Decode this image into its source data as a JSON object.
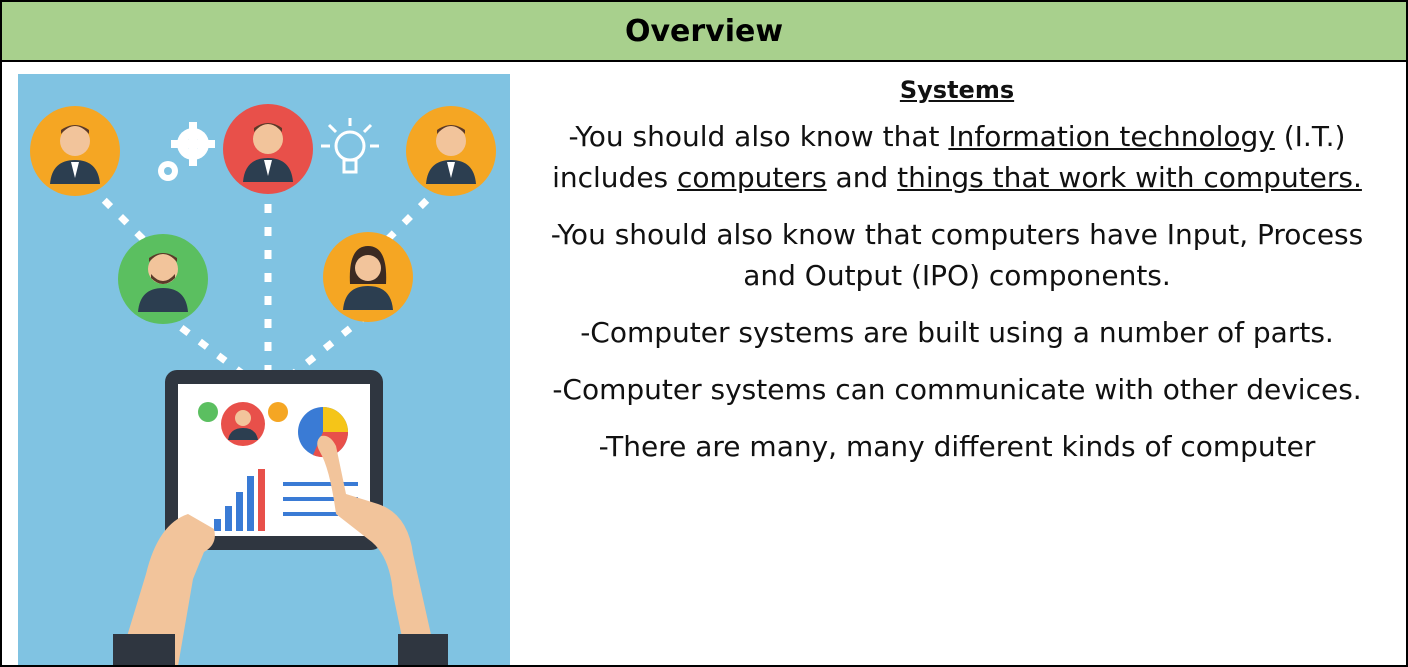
{
  "header": {
    "title": "Overview"
  },
  "section": {
    "title": "Systems",
    "p1": {
      "a": "-You should also know that ",
      "b": "Information technology",
      "c": " (I.T.) includes ",
      "d": "computers",
      "e": " and ",
      "f": "things that work with computers."
    },
    "p2": "-You should also know that computers have Input, Process and Output (IPO) components.",
    "p3": "-Computer systems are built using a number of parts.",
    "p4": "-Computer systems can communicate with other devices.",
    "p5": "-There are many, many different kinds of computer"
  },
  "illustration": {
    "icons": [
      "person-avatar-icon",
      "gear-icon",
      "lightbulb-icon",
      "tablet-icon",
      "pie-chart-icon",
      "bar-chart-icon",
      "hand-icon"
    ],
    "colors": {
      "background": "#80c3e2",
      "orange": "#f5a623",
      "red": "#e8504a",
      "green": "#5bbf60",
      "tablet": "#2f3640"
    }
  }
}
